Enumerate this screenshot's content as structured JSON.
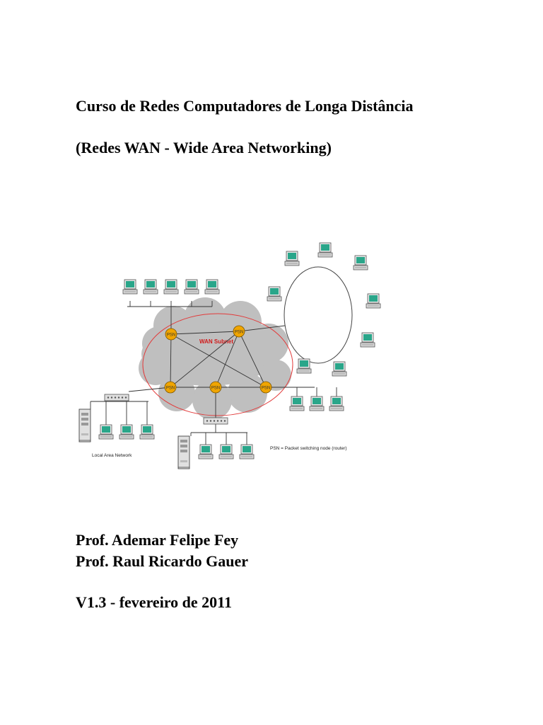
{
  "doc": {
    "title_line1": "Curso de Redes Computadores de Longa Distância",
    "title_line2": "(Redes WAN - Wide Area Networking)",
    "author1": "Prof. Ademar Felipe Fey",
    "author2": "Prof. Raul Ricardo Gauer",
    "version": "V1.3 - fevereiro de 2011"
  },
  "diagram": {
    "subnet_label": "WAN Subnet",
    "node_label": "PSN",
    "lan_label": "Local Area Network",
    "legend": "PSN = Packet switching node (router)",
    "colors": {
      "cloud": "#bfbfbf",
      "psn": "#f0a500",
      "subnet_border": "#e23b3b",
      "subnet_text": "#d11a1a",
      "monitor": "#2aa68a"
    }
  }
}
